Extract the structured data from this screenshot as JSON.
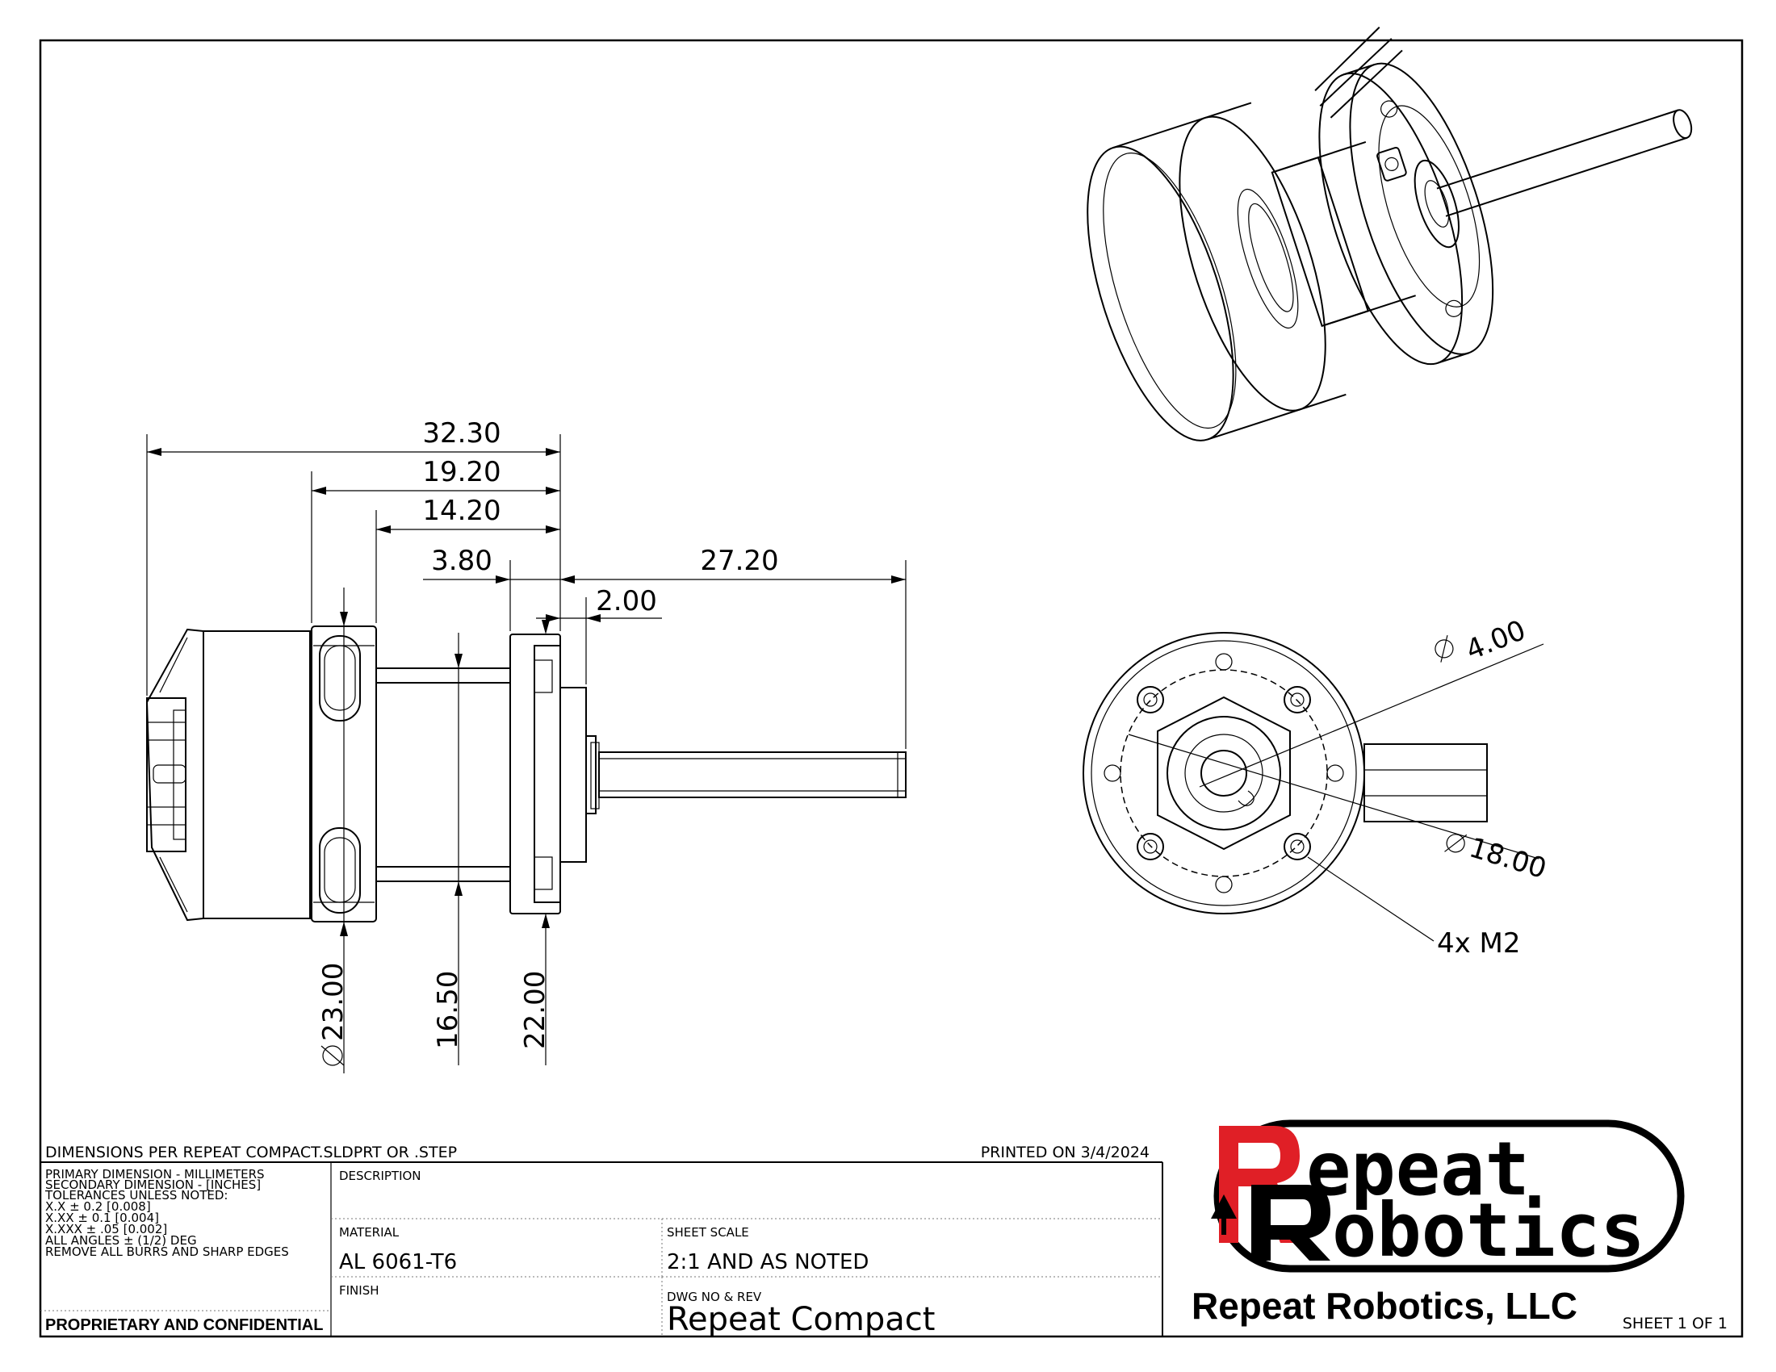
{
  "dimensions": {
    "overall_length": "32.30",
    "length_19": "19.20",
    "length_14": "14.20",
    "flange_offset": "3.80",
    "shaft_length": "27.20",
    "hub_length": "2.00",
    "dia_23": "23.00",
    "height_16": "16.50",
    "height_22": "22.00",
    "shaft_dia": "4.00",
    "bolt_circle": "18.00",
    "screws": "4x M2"
  },
  "title_block": {
    "dimensions_note": "DIMENSIONS PER REPEAT COMPACT.SLDPRT OR .STEP",
    "printed_on": "PRINTED ON 3/4/2024",
    "notes": [
      "PRIMARY DIMENSION - MILLIMETERS",
      "SECONDARY DIMENSION - [INCHES]",
      "TOLERANCES UNLESS NOTED:",
      "X.X ± 0.2 [0.008]",
      "X.XX ± 0.1 [0.004]",
      "X.XXX ± .05 [0.002]",
      "ALL ANGLES ± (1/2) DEG",
      "REMOVE ALL BURRS AND SHARP EDGES"
    ],
    "proprietary": "PROPRIETARY AND CONFIDENTIAL",
    "description_label": "DESCRIPTION",
    "material_label": "MATERIAL",
    "material_value": "AL 6061-T6",
    "scale_label": "SHEET SCALE",
    "scale_value": "2:1 AND AS NOTED",
    "finish_label": "FINISH",
    "dwg_label": "DWG  NO & REV",
    "dwg_value": "Repeat Compact",
    "company": "Repeat Robotics, LLC",
    "sheet": "SHEET 1 OF 1"
  },
  "logo": {
    "line1": "epeat",
    "line2": "obotics",
    "accent_color": "#e01f26"
  }
}
